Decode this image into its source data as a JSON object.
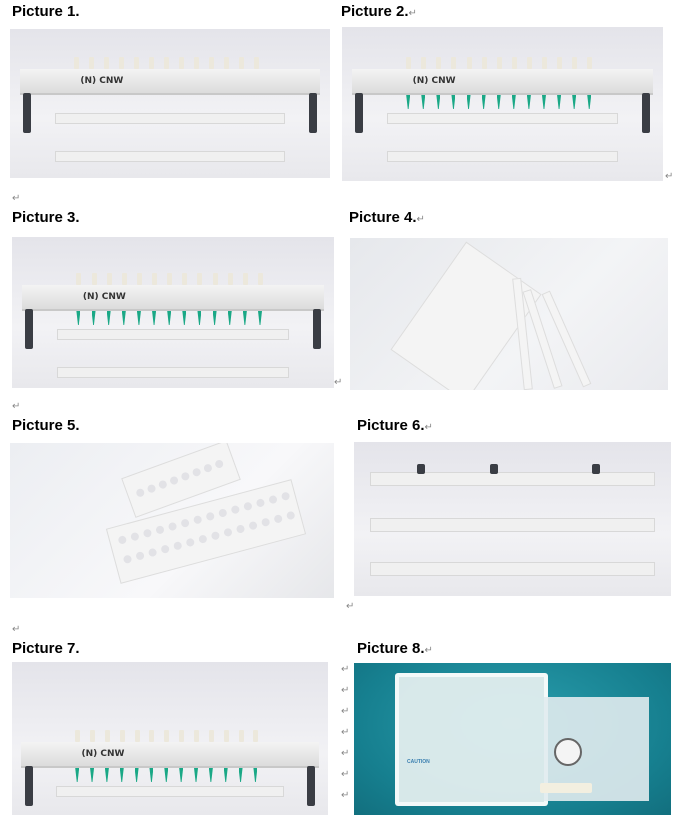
{
  "pictures": [
    {
      "label": "Picture 1.",
      "mark": ""
    },
    {
      "label": "Picture 2.",
      "mark": "↵"
    },
    {
      "label": "Picture 3.",
      "mark": ""
    },
    {
      "label": "Picture 4.",
      "mark": "↵"
    },
    {
      "label": "Picture 5.",
      "mark": ""
    },
    {
      "label": "Picture 6.",
      "mark": "↵"
    },
    {
      "label": "Picture 7.",
      "mark": ""
    },
    {
      "label": "Picture 8.",
      "mark": "↵"
    }
  ],
  "logo_text": "CNW",
  "caution_text": "CAUTION",
  "return_mark": "↵",
  "colors": {
    "tip_green": "#1aa886",
    "cloth_teal": "#1b8a9a"
  }
}
